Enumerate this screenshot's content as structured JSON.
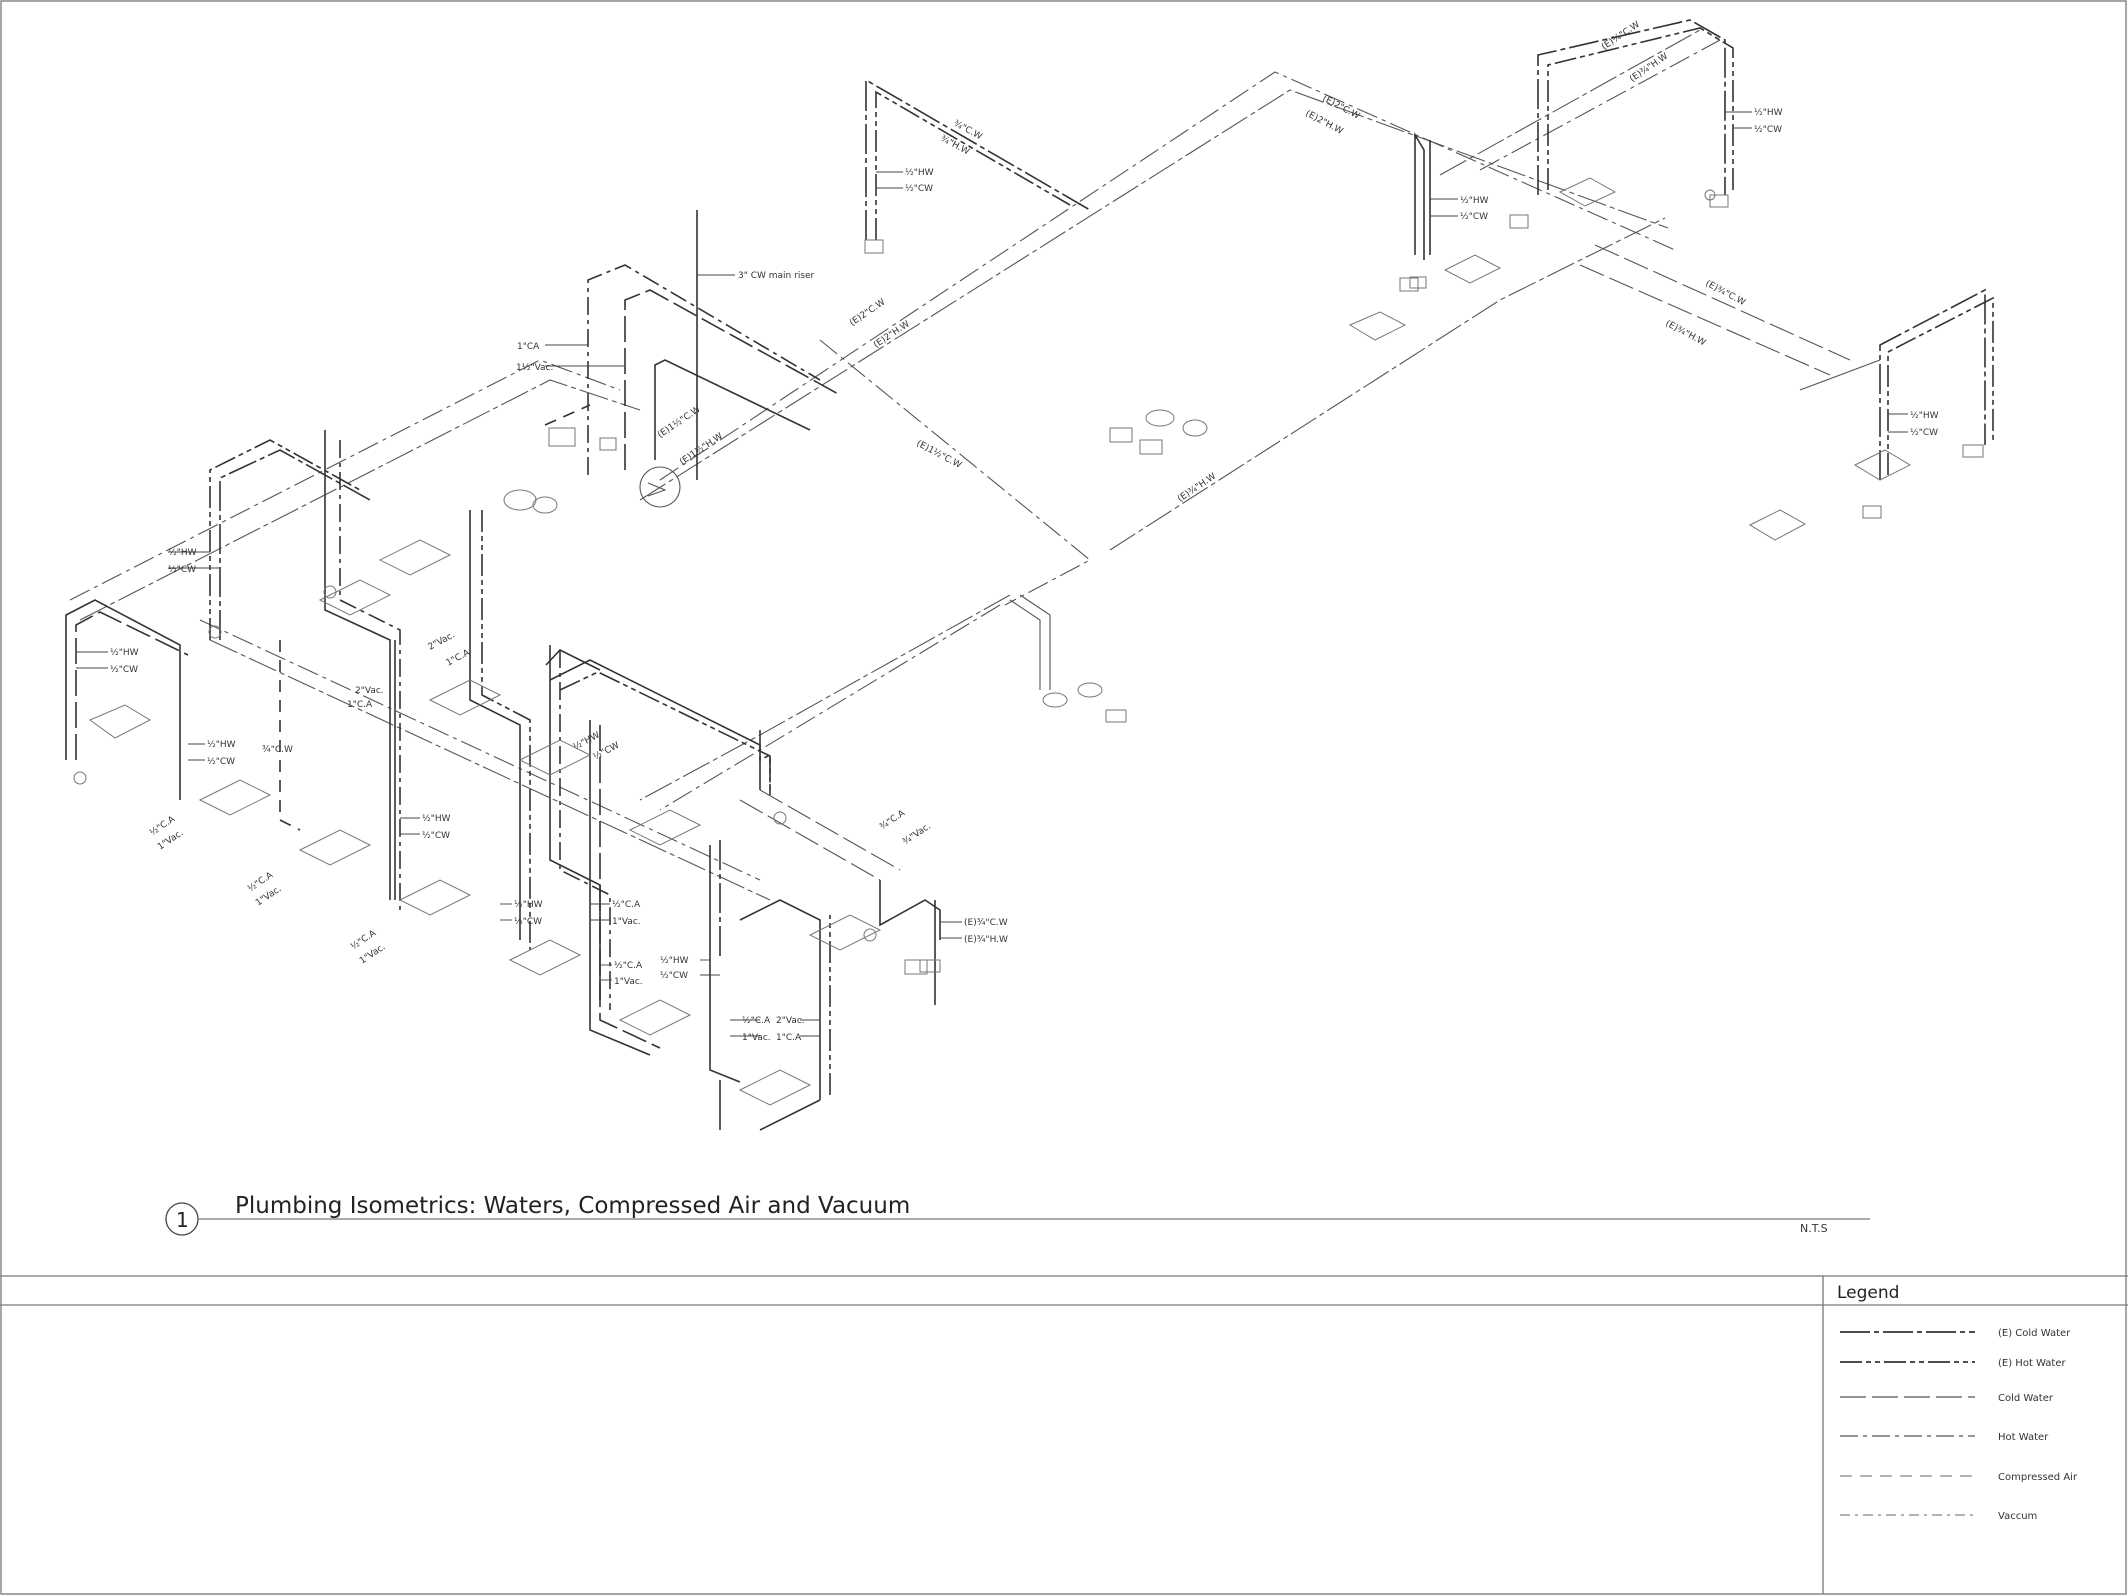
{
  "drawing": {
    "number": "1",
    "title": "Plumbing Isometrics: Waters, Compressed Air and Vacuum",
    "scale": "N.T.S"
  },
  "legend": {
    "heading": "Legend",
    "items": [
      {
        "label": "(E) Cold Water",
        "dash": "30 4 5 4"
      },
      {
        "label": "(E) Hot Water",
        "dash": "22 4 5 4 5 4"
      },
      {
        "label": "Cold Water",
        "dash": "26 6"
      },
      {
        "label": "Hot Water",
        "dash": "18 5 4 5"
      },
      {
        "label": "Compressed Air",
        "dash": "12 8"
      },
      {
        "label": "Vaccum",
        "dash": "10 5 3 5"
      }
    ]
  },
  "pipe_labels": [
    {
      "id": "cw-main-riser",
      "text": "3\" CW main riser"
    },
    {
      "id": "ca-1",
      "text": "1\"CA"
    },
    {
      "id": "vac-1-5",
      "text": "1½\"Vac."
    },
    {
      "id": "e-2cw-a",
      "text": "(E)2\"C.W"
    },
    {
      "id": "e-2hw-a",
      "text": "(E)2\"H.W"
    },
    {
      "id": "e-1-5cw",
      "text": "(E)1½\"C.W"
    },
    {
      "id": "e-1-5hw",
      "text": "(E)1½\"H.W"
    },
    {
      "id": "e-2cw-b",
      "text": "(E)2\"C.W"
    },
    {
      "id": "e-2hw-b",
      "text": "(E)2\"H.W"
    },
    {
      "id": "e-3-4cw-a",
      "text": "(E)¾\"C.W"
    },
    {
      "id": "e-3-4hw-a",
      "text": "(E)¾\"H.W"
    },
    {
      "id": "e-3-4cw-b",
      "text": "(E)¾\"C.W"
    },
    {
      "id": "e-3-4hw-b",
      "text": "(E)¾\"H.W"
    },
    {
      "id": "e-1-5cw-b",
      "text": "(E)1½\"C.W"
    },
    {
      "id": "e-3-4hw-c",
      "text": "(E)¾\"H.W"
    },
    {
      "id": "hw-top-1",
      "text": "½\"HW"
    },
    {
      "id": "cw-top-1",
      "text": "½\"CW"
    },
    {
      "id": "hw-top-2",
      "text": "½\"HW"
    },
    {
      "id": "cw-top-2",
      "text": "½\"CW"
    },
    {
      "id": "hw-top-3",
      "text": "½\"HW"
    },
    {
      "id": "cw-top-3",
      "text": "½\"CW"
    },
    {
      "id": "hw-right",
      "text": "½\"HW"
    },
    {
      "id": "cw-right",
      "text": "½\"CW"
    },
    {
      "id": "cw-3-4-top",
      "text": "¾\"C.W"
    },
    {
      "id": "hw-3-4-top",
      "text": "¾\"H.W"
    },
    {
      "id": "hw-left-1",
      "text": "½\"HW"
    },
    {
      "id": "cw-left-1",
      "text": "½\"CW"
    },
    {
      "id": "hw-left-2",
      "text": "½\"HW"
    },
    {
      "id": "cw-left-2",
      "text": "½\"CW"
    },
    {
      "id": "hw-left-3",
      "text": "½\"HW"
    },
    {
      "id": "cw-left-3",
      "text": "½\"CW"
    },
    {
      "id": "ca-left-1",
      "text": "½\"C.A"
    },
    {
      "id": "vac-left-1",
      "text": "1\"Vac."
    },
    {
      "id": "ca-left-2",
      "text": "½\"C.A"
    },
    {
      "id": "vac-left-2",
      "text": "1\"Vac."
    },
    {
      "id": "ca-left-3",
      "text": "½\"C.A"
    },
    {
      "id": "vac-left-3",
      "text": "1\"Vac."
    },
    {
      "id": "hw-mid-1",
      "text": "½\"HW"
    },
    {
      "id": "cw-mid-1",
      "text": "½\"CW"
    },
    {
      "id": "hw-mid-2",
      "text": "½\"HW"
    },
    {
      "id": "cw-mid-2",
      "text": "½\"CW"
    },
    {
      "id": "ca-mid-1",
      "text": "½\"C.A"
    },
    {
      "id": "vac-mid-1",
      "text": "1\"Vac."
    },
    {
      "id": "ca-mid-2",
      "text": "½\"C.A"
    },
    {
      "id": "vac-mid-2",
      "text": "1\"Vac."
    },
    {
      "id": "hw-bot",
      "text": "½\"HW"
    },
    {
      "id": "cw-bot",
      "text": "½\"CW"
    },
    {
      "id": "ca-bot",
      "text": "½\"C.A"
    },
    {
      "id": "vac-bot",
      "text": "1\"Vac."
    },
    {
      "id": "vac-2",
      "text": "2\"Vac."
    },
    {
      "id": "ca-1-b",
      "text": "1\"C.A"
    },
    {
      "id": "vac-2-b",
      "text": "2\"Vac."
    },
    {
      "id": "ca-1-c",
      "text": "1\"C.A"
    },
    {
      "id": "vac-2-c",
      "text": "2\"Vac."
    },
    {
      "id": "ca-1-d",
      "text": "1\"C.A"
    },
    {
      "id": "hw-br",
      "text": "½\"HW"
    },
    {
      "id": "cw-br",
      "text": "½\"CW"
    },
    {
      "id": "e-3-4cw-c",
      "text": "(E)¾\"C.W"
    },
    {
      "id": "e-3-4hw-d",
      "text": "(E)¾\"H.W"
    },
    {
      "id": "ca-3-4",
      "text": "¾\"C.A"
    },
    {
      "id": "vac-3-4",
      "text": "¾\"Vac."
    },
    {
      "id": "cw-3-4-b",
      "text": "¾\"C.W"
    }
  ]
}
